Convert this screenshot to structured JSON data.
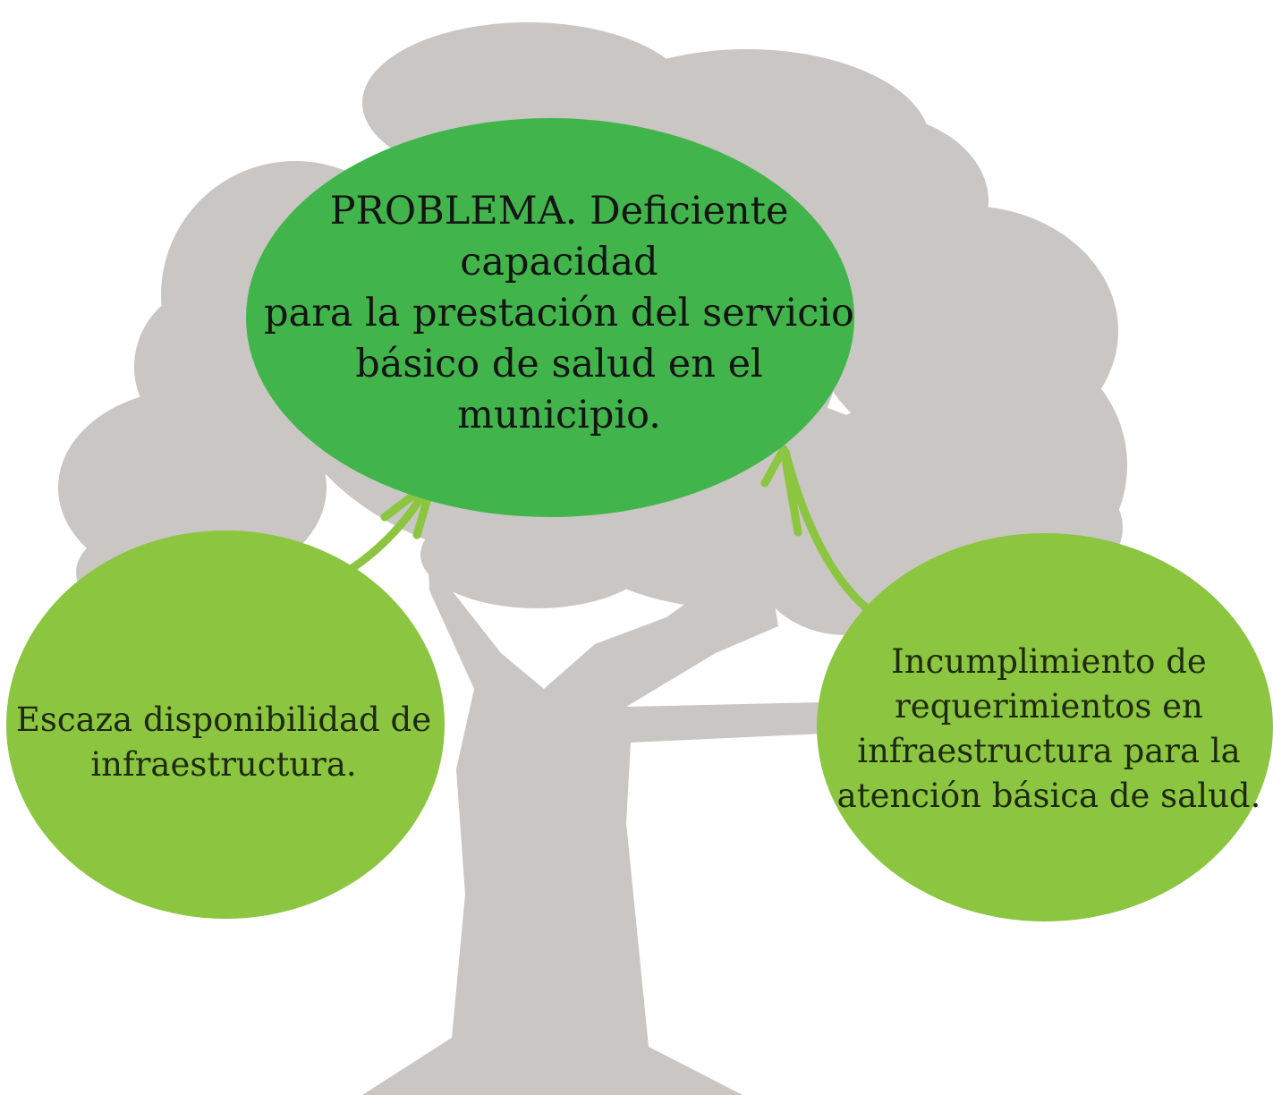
{
  "diagram": {
    "type": "problem-tree",
    "problem": {
      "text": "PROBLEMA. Deficiente capacidad\npara la prestación del servicio\nbásico de salud en el municipio."
    },
    "causes": [
      {
        "text": "Escaza disponibilidad de\ninfraestructura."
      },
      {
        "text": "Incumplimiento de\nrequerimientos en\ninfraestructura para la\natención básica de salud."
      }
    ],
    "edges": [
      {
        "from": "causes.0",
        "to": "problem"
      },
      {
        "from": "causes.1",
        "to": "problem"
      }
    ]
  },
  "colors": {
    "tree": "#c9c6c3",
    "problem_fill": "#41b54b",
    "cause_fill": "#8cc540",
    "arrow": "#8cc540",
    "text": "#1f1f1f"
  }
}
